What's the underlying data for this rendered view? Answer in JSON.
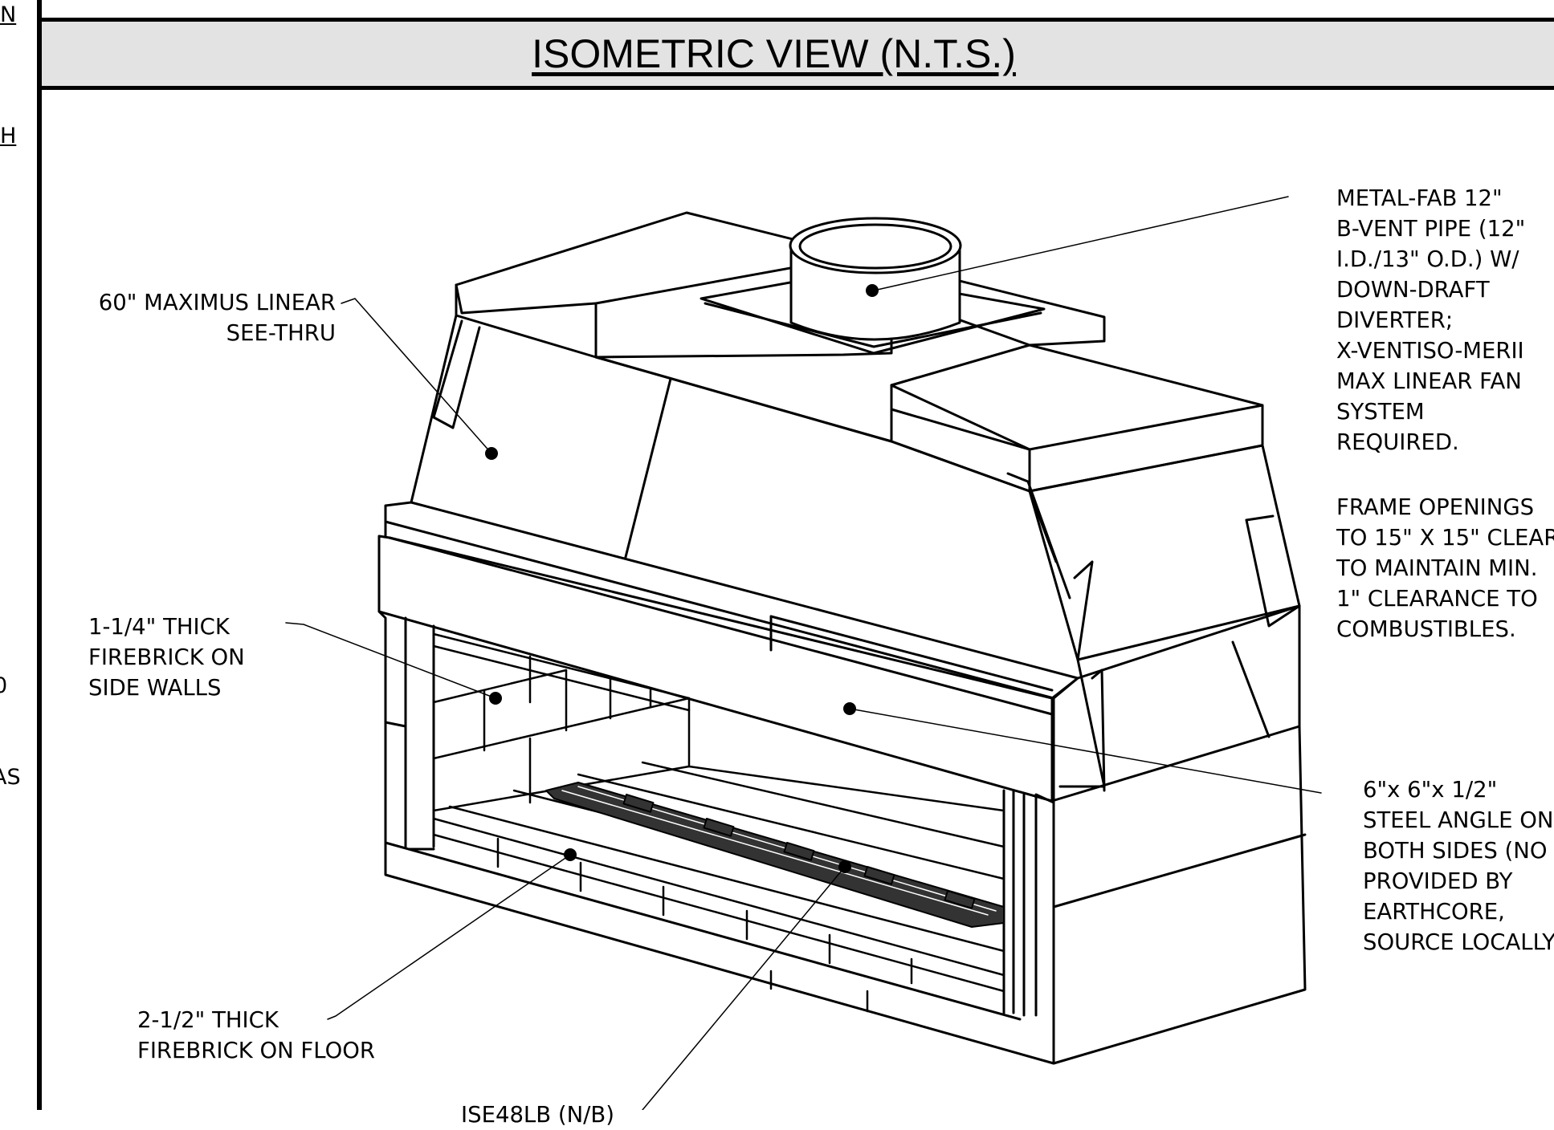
{
  "sheet": {
    "left_fragments": [
      "N",
      "H",
      "0",
      "AS"
    ]
  },
  "title": "ISOMETRIC VIEW (N.T.S.)",
  "labels": {
    "maximus": "60\" MAXIMUS LINEAR\nSEE-THRU",
    "vent_pipe": "METAL-FAB 12\"\nB-VENT PIPE (12\"\nI.D./13\" O.D.) W/\nDOWN-DRAFT\nDIVERTER;\nX-VENTISO-MERII\nMAX LINEAR FAN\nSYSTEM\nREQUIRED.",
    "frame_openings": "FRAME OPENINGS\nTO 15\" X 15\" CLEAR\nTO MAINTAIN MIN.\n1\" CLEARANCE TO\nCOMBUSTIBLES.",
    "side_firebrick": "1-1/4\" THICK\nFIREBRICK ON\nSIDE WALLS",
    "steel_angle": "6\"x 6\"x 1/2\"\nSTEEL ANGLE ON\nBOTH SIDES (NO\nPROVIDED BY\nEARTHCORE,\nSOURCE LOCALLY",
    "floor_firebrick": "2-1/2\" THICK\nFIREBRICK ON FLOOR",
    "burner": "ISE48LB (N/B)"
  }
}
